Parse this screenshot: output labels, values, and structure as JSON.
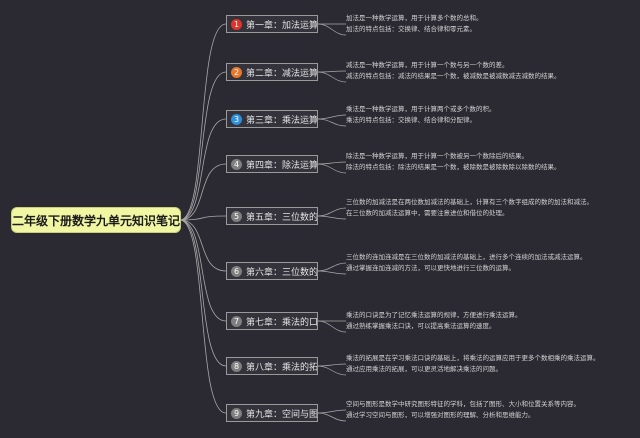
{
  "root": {
    "title": "二年级下册数学九单元知识笔记"
  },
  "chapters": [
    {
      "num": "1",
      "badge_color": "#e0332a",
      "label": "第一章：加法运算",
      "lines": [
        "加法是一种数学运算，用于计算多个数的总和。",
        "加法的特点包括：交换律、结合律和零元素。"
      ]
    },
    {
      "num": "2",
      "badge_color": "#e8782c",
      "label": "第二章：减法运算",
      "lines": [
        "减法是一种数学运算，用于计算一个数与另一个数的差。",
        "减法的特点包括：减法的结果是一个数，被减数是被减数减去减数的结果。"
      ]
    },
    {
      "num": "3",
      "badge_color": "#2f8fd8",
      "label": "第三章：乘法运算",
      "lines": [
        "乘法是一种数学运算，用于计算两个或多个数的积。",
        "乘法的特点包括：交换律、结合律和分配律。"
      ]
    },
    {
      "num": "4",
      "badge_color": "#7f7f7f",
      "label": "第四章：除法运算",
      "lines": [
        "除法是一种数学运算，用于计算一个数被另一个数除后的结果。",
        "除法的特点包括：除法的结果是一个数，被除数是被除数除以除数的结果。"
      ]
    },
    {
      "num": "5",
      "badge_color": "#7f7f7f",
      "label": "第五章：三位数的加减法",
      "lines": [
        "三位数的加减法是在两位数加减法的基础上，计算有三个数字组成的数的加法和减法。",
        "在三位数的加减法运算中，需要注意进位和借位的处理。"
      ]
    },
    {
      "num": "6",
      "badge_color": "#7f7f7f",
      "label": "第六章：三位数的连加连减",
      "lines": [
        "三位数的连加连减是在三位数的加减法的基础上，进行多个连续的加法或减法运算。",
        "通过掌握连加连减的方法，可以更快地进行三位数的运算。"
      ]
    },
    {
      "num": "7",
      "badge_color": "#7f7f7f",
      "label": "第七章：乘法的口诀",
      "lines": [
        "乘法的口诀是为了记忆乘法运算的规律，方便进行乘法运算。",
        "通过熟练掌握乘法口诀，可以提高乘法运算的速度。"
      ]
    },
    {
      "num": "8",
      "badge_color": "#7f7f7f",
      "label": "第八章：乘法的拓展",
      "lines": [
        "乘法的拓展是在学习乘法口诀的基础上，将乘法的运算应用于更多个数相乘的乘法运算。",
        "通过应用乘法的拓展，可以更灵活地解决乘法的问题。"
      ]
    },
    {
      "num": "9",
      "badge_color": "#7f7f7f",
      "label": "第九章：空间与图形",
      "lines": [
        "空间与图形是数学中研究图形特征的学科，包括了图形、大小和位置关系等内容。",
        "通过学习空间与图形，可以增强对图形的理解、分析和思维能力。"
      ]
    }
  ]
}
